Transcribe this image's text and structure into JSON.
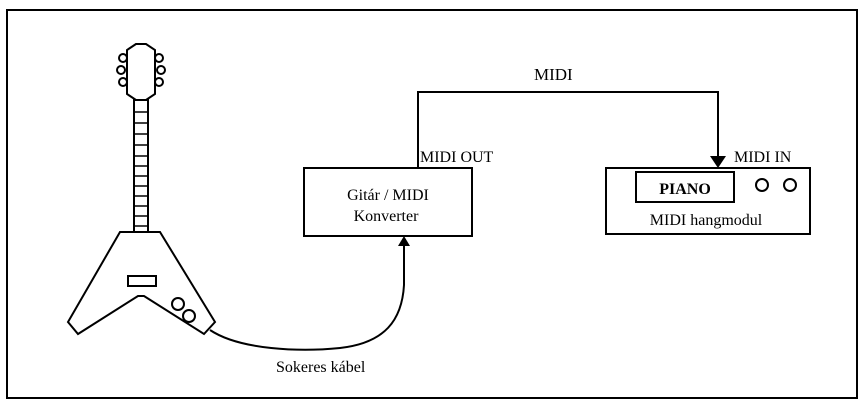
{
  "diagram": {
    "labels": {
      "midi": "MIDI",
      "midi_out": "MIDI OUT",
      "midi_in": "MIDI IN",
      "cable": "Sokeres kábel"
    },
    "converter": {
      "line1": "Gitár / MIDI",
      "line2": "Konverter"
    },
    "sound_module": {
      "display": "PIANO",
      "name": "MIDI hangmodul"
    },
    "icons": [
      "electric-guitar-icon"
    ]
  }
}
